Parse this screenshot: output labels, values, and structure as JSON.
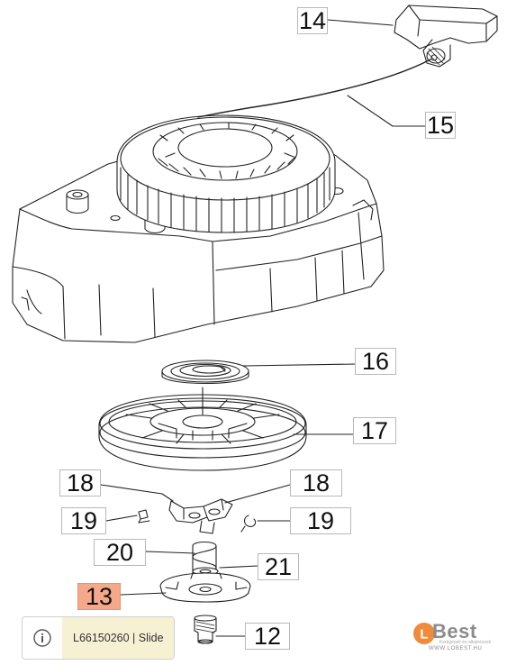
{
  "callouts": {
    "c14": "14",
    "c15": "15",
    "c16": "16",
    "c17": "17",
    "c18a": "18",
    "c18b": "18",
    "c19a": "19",
    "c19b": "19",
    "c20": "20",
    "c21": "21",
    "c13": "13",
    "c12": "12"
  },
  "info_bar": {
    "icon": "info-circle-icon",
    "text": "L66150260 | Slide"
  },
  "brand": {
    "name": "Best",
    "initial": "L",
    "tagline": "Kertigépek és alkatrészek",
    "url": "WWW.LOBEST.HU",
    "accent_color": "#f08a3c"
  },
  "colors": {
    "highlight": "#f4a98a",
    "line": "#222222"
  }
}
